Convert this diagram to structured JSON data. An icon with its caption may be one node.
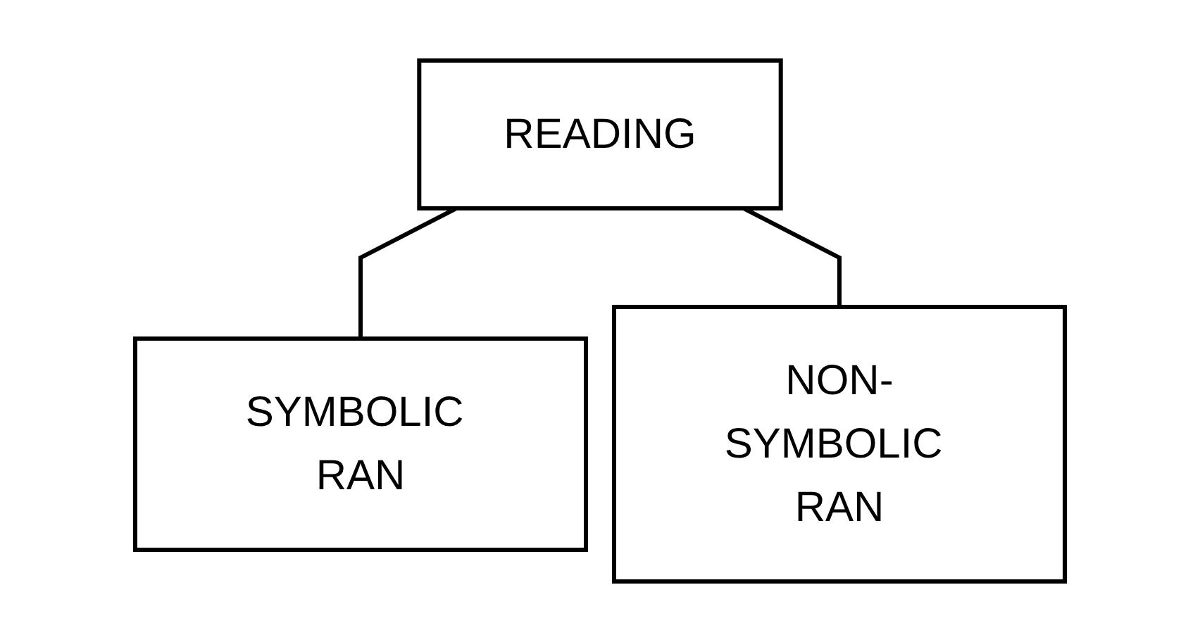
{
  "diagram": {
    "nodes": [
      {
        "text": [
          "READING"
        ]
      },
      {
        "text": [
          "SYMBOLIC RAN"
        ]
      },
      {
        "text": [
          "NON-SYMBOLIC RAN"
        ]
      }
    ],
    "edges": [
      {
        "from": 0,
        "to": 1,
        "arrow": "none"
      },
      {
        "from": 0,
        "to": 2,
        "arrow": "none"
      }
    ]
  }
}
